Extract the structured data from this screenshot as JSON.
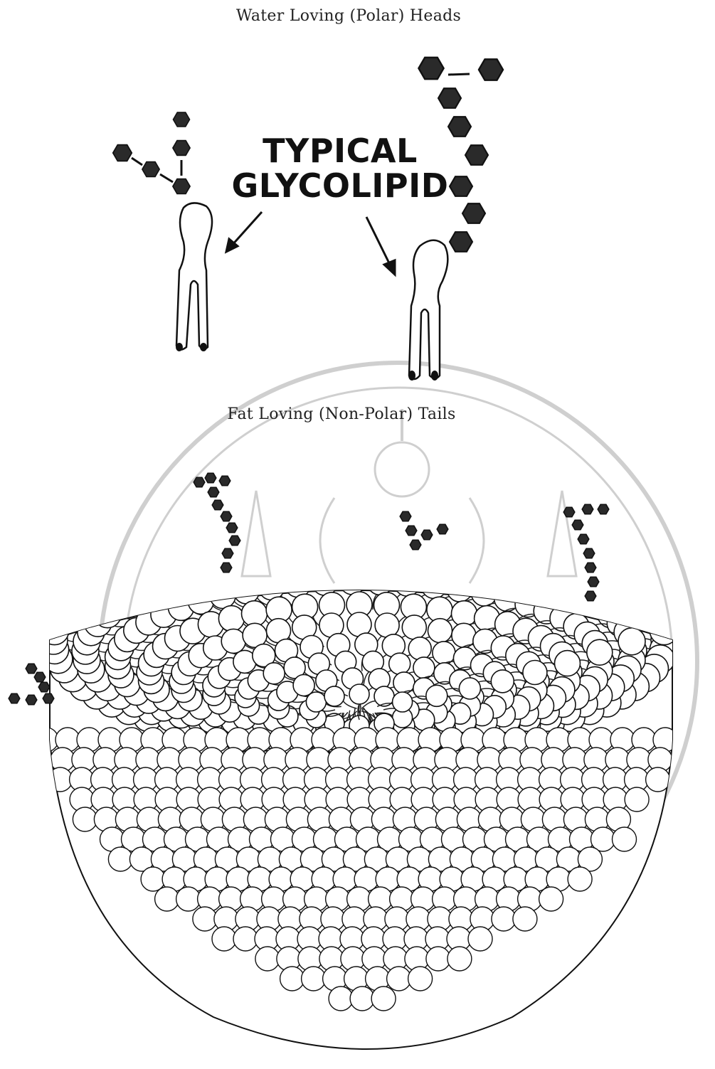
{
  "labels": {
    "heads": "Water Loving (Polar) Heads",
    "tails": "Fat Loving (Non-Polar) Tails",
    "title_line1": "TYPICAL",
    "title_line2": "GLYCOLIPID"
  },
  "colors": {
    "ink": "#1a1a1a",
    "sugar_fill": "#2a2a2a",
    "watermark": "#c8c8c8",
    "background": "#ffffff"
  }
}
